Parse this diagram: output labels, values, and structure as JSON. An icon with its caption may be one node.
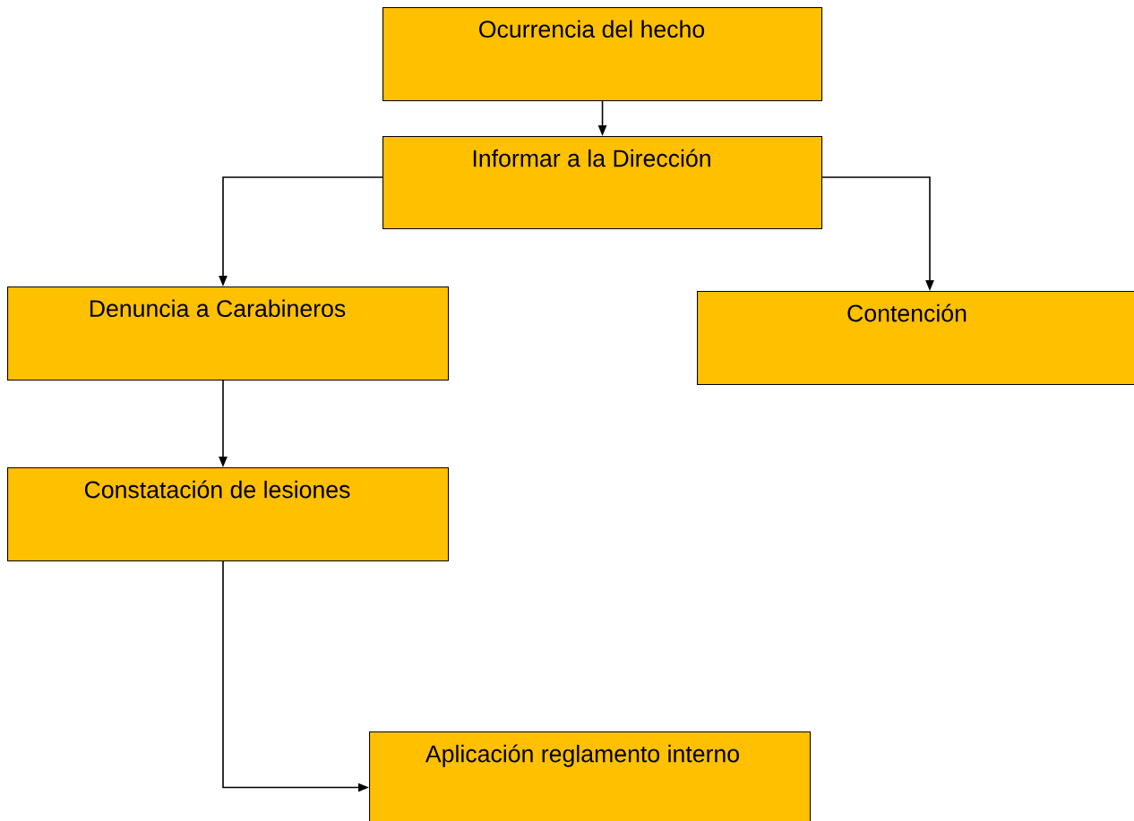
{
  "diagram": {
    "nodes": [
      {
        "text": [
          "Ocurrencia del hecho"
        ]
      },
      {
        "text": [
          "Informar a la Dirección"
        ]
      },
      {
        "text": [
          "Denuncia a Carabineros"
        ]
      },
      {
        "text": [
          "Contención"
        ]
      },
      {
        "text": [
          "Constatación de lesiones"
        ]
      },
      {
        "text": [
          "Aplicación reglamento interno"
        ]
      }
    ],
    "edges": [
      {
        "from": 0,
        "to": 1,
        "arrow": "to"
      },
      {
        "from": 1,
        "to": 2,
        "arrow": "to"
      },
      {
        "from": 1,
        "to": 3,
        "arrow": "to"
      },
      {
        "from": 2,
        "to": 4,
        "arrow": "to"
      },
      {
        "from": 4,
        "to": 5,
        "arrow": "to"
      }
    ]
  }
}
